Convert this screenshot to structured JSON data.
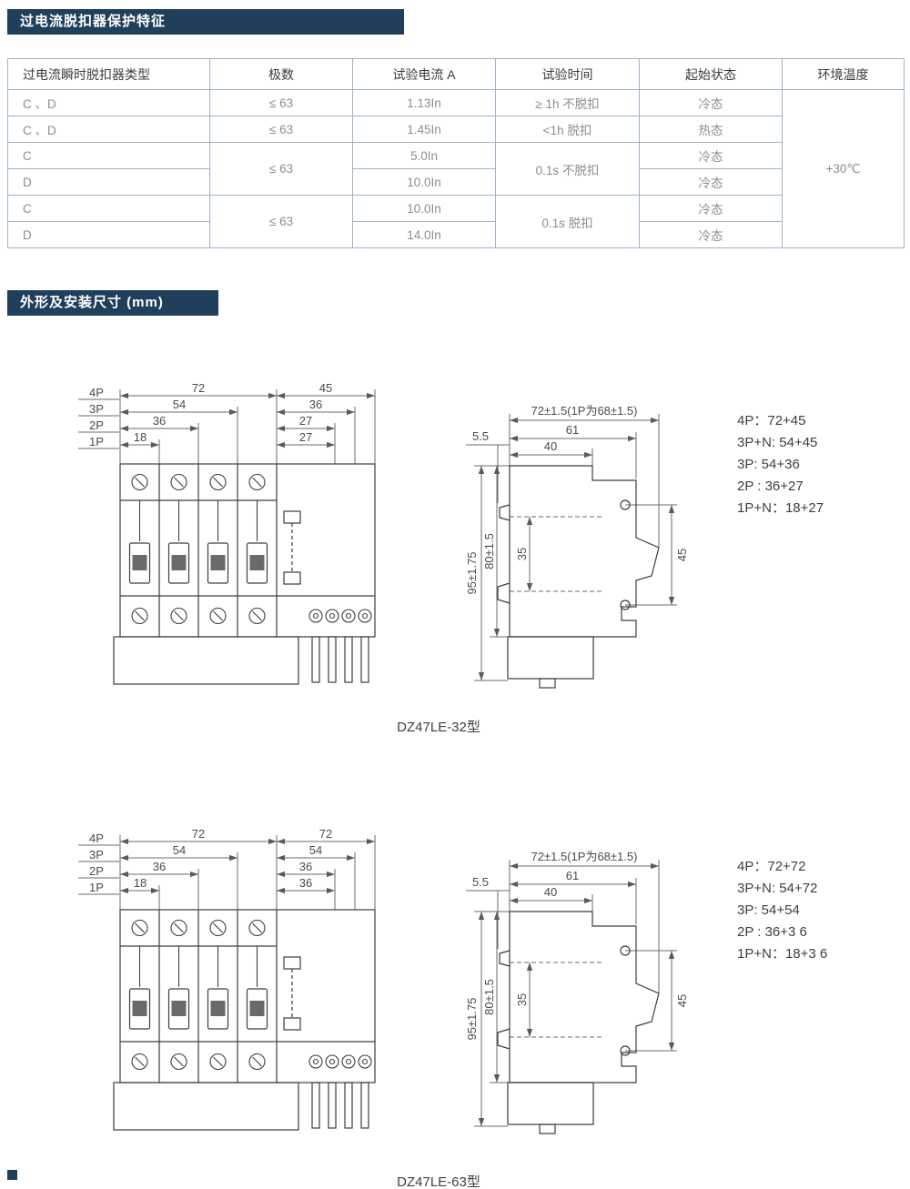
{
  "colors": {
    "banner_bg": "#1f3f5b",
    "banner_text": "#ffffff",
    "table_border": "#9db4c8"
  },
  "section_protection": {
    "title": "过电流脱扣器保护特征"
  },
  "section_dimensions": {
    "title": "外形及安装尺寸 (mm)"
  },
  "table": {
    "headers": {
      "type": "过电流瞬时脱扣器类型",
      "poles": "极数",
      "current": "试验电流 A",
      "time": "试验时间",
      "state": "起始状态",
      "temp": "环境温度"
    },
    "rows": {
      "r1": {
        "type": "C 、D",
        "poles": "≤ 63",
        "current": "1.13In",
        "time": "≥ 1h 不脱扣",
        "state": "冷态"
      },
      "r2": {
        "type": "C 、D",
        "poles": "≤ 63",
        "current": "1.45In",
        "time": "<1h 脱扣",
        "state": "热态"
      },
      "r3": {
        "type": "C",
        "poles": "≤ 63",
        "current": "5.0In",
        "time": "0.1s 不脱扣",
        "state": "冷态"
      },
      "r4": {
        "type": "D",
        "current": "10.0In",
        "state": "冷态"
      },
      "r5": {
        "type": "C",
        "poles": "≤ 63",
        "current": "10.0In",
        "time": "0.1s 脱扣",
        "state": "冷态"
      },
      "r6": {
        "type": "D",
        "current": "14.0In",
        "state": "冷态"
      }
    },
    "ambient_temp": "+30℃"
  },
  "fig32": {
    "caption": "DZ47LE-32型",
    "front": {
      "pole_labels": [
        "4P",
        "3P",
        "2P",
        "1P"
      ],
      "left_dims": [
        "72",
        "54",
        "36",
        "18"
      ],
      "right_dims": [
        "45",
        "36",
        "27",
        "27"
      ]
    },
    "side": {
      "top_dim": "72±1.5(1P为68±1.5)",
      "offset_dim": "5.5",
      "depth_dim": "61",
      "top_width_dim": "40",
      "height_dim": "95±1.75",
      "body_height_dim": "80±1.5",
      "hole_span_dim": "35",
      "front_span_dim": "45"
    },
    "specs": [
      "4P：72+45",
      "3P+N:  54+45",
      "3P:  54+36",
      "2P : 36+27",
      "1P+N：18+27"
    ]
  },
  "fig63": {
    "caption": "DZ47LE-63型",
    "front": {
      "pole_labels": [
        "4P",
        "3P",
        "2P",
        "1P"
      ],
      "left_dims": [
        "72",
        "54",
        "36",
        "18"
      ],
      "right_dims": [
        "72",
        "54",
        "36",
        "36"
      ]
    },
    "side": {
      "top_dim": "72±1.5(1P为68±1.5)",
      "offset_dim": "5.5",
      "depth_dim": "61",
      "top_width_dim": "40",
      "height_dim": "95±1.75",
      "body_height_dim": "80±1.5",
      "hole_span_dim": "35",
      "front_span_dim": "45"
    },
    "specs": [
      "4P：72+72",
      "3P+N:  54+72",
      "3P:  54+54",
      "2P : 36+3 6",
      "1P+N：18+3 6"
    ]
  }
}
